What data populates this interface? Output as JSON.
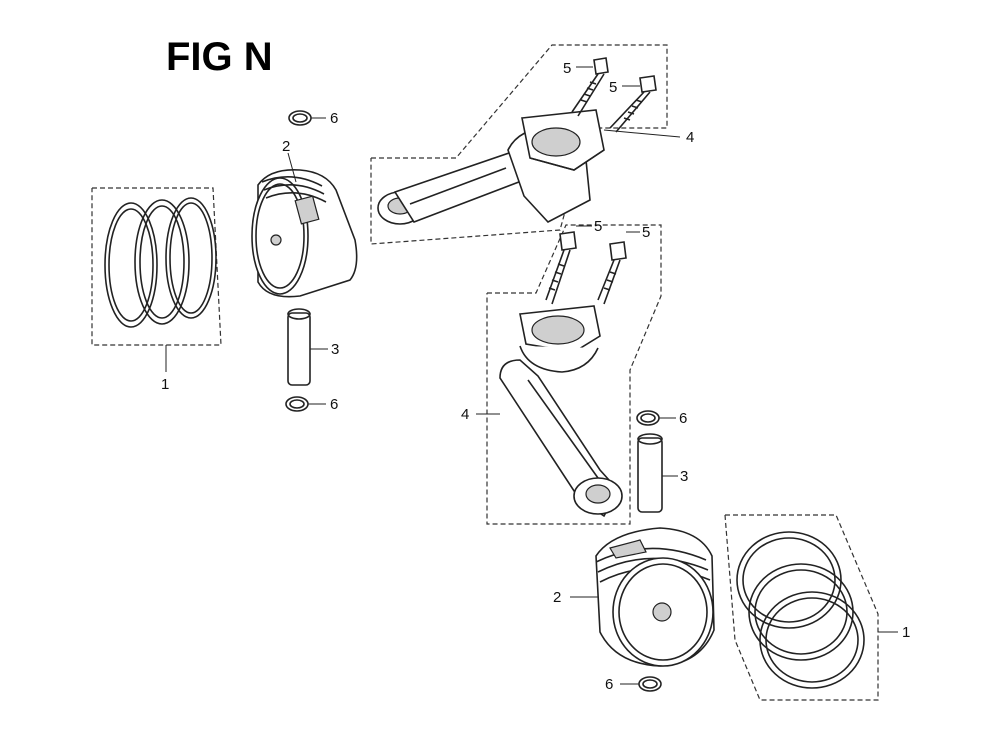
{
  "figure_title": "FIG N",
  "callouts": {
    "ring_set_left": "1",
    "piston_left": "2",
    "pin_left": "3",
    "rod_top": "4",
    "bolt_top_a": "5",
    "bolt_top_b": "5",
    "clip_left_top": "6",
    "clip_left_bottom": "6",
    "bolt_mid_a": "5",
    "bolt_mid_b": "5",
    "rod_mid": "4",
    "clip_right_top": "6",
    "pin_right": "3",
    "piston_right": "2",
    "ring_set_right": "1",
    "clip_right_bottom": "6"
  }
}
